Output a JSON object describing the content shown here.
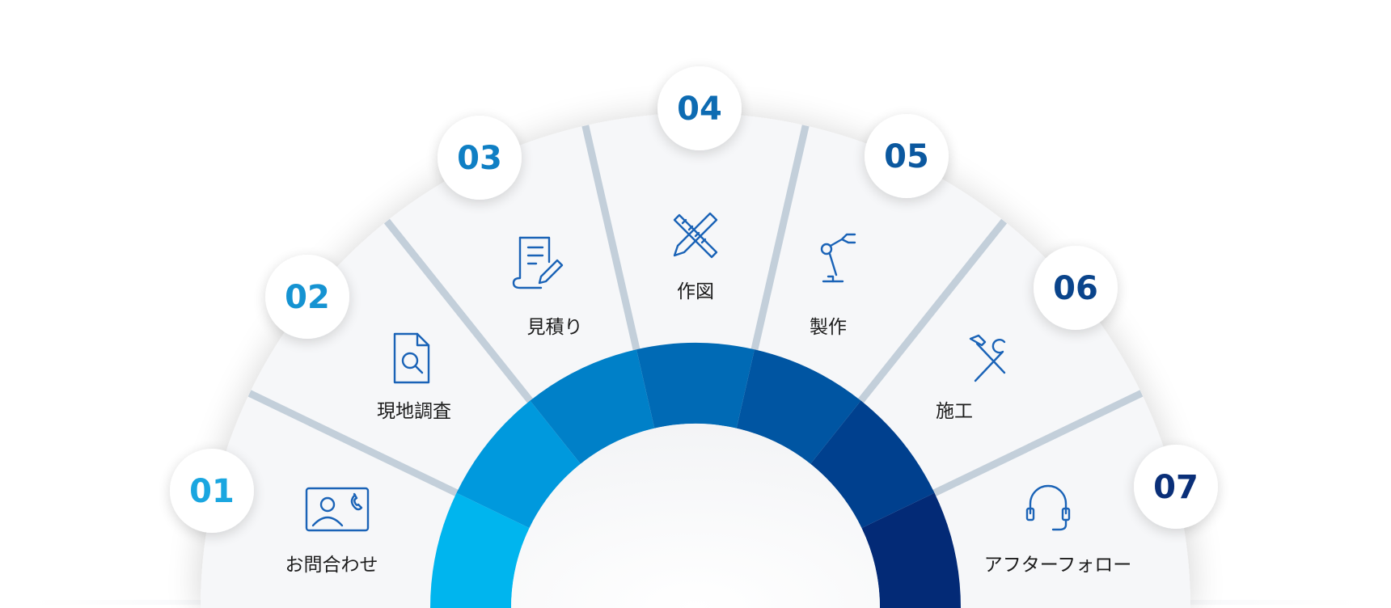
{
  "colors": {
    "panel": "#f6f7f9",
    "divider": "#c3cfda",
    "ring": [
      "#00b5ee",
      "#0099dd",
      "#0080c8",
      "#006ab5",
      "#0055a2",
      "#00408e",
      "#032a76"
    ],
    "number": [
      "#1aa6e0",
      "#1593d2",
      "#0f7fc4",
      "#0d6bb2",
      "#0b589f",
      "#0a448b",
      "#0a2f78"
    ],
    "icon": "#1a63b7",
    "label": "#1c1c1c"
  },
  "steps": [
    {
      "number": "01",
      "label": "お問合わせ",
      "icon": "contact-card-phone-icon"
    },
    {
      "number": "02",
      "label": "現地調査",
      "icon": "document-search-icon"
    },
    {
      "number": "03",
      "label": "見積り",
      "icon": "document-pen-icon"
    },
    {
      "number": "04",
      "label": "作図",
      "icon": "ruler-pencil-icon"
    },
    {
      "number": "05",
      "label": "製作",
      "icon": "robot-arm-icon"
    },
    {
      "number": "06",
      "label": "施工",
      "icon": "hammer-wrench-icon"
    },
    {
      "number": "07",
      "label": "アフターフォロー",
      "icon": "headset-icon"
    }
  ]
}
